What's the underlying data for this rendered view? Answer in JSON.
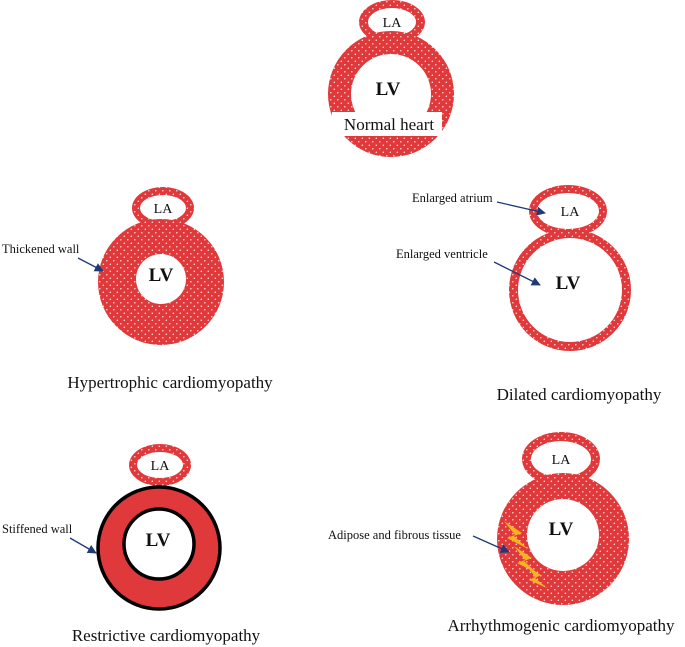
{
  "colors": {
    "muscle": "#e0393b",
    "dot": "#ffffff",
    "arrow": "#1f3a78",
    "lightning": "#f7b21c",
    "restrictive_border": "#000000"
  },
  "panels": {
    "normal": {
      "caption": "Normal heart",
      "atrium_label": "LA",
      "ventricle_label": "LV"
    },
    "hypertrophic": {
      "caption": "Hypertrophic cardiomyopathy",
      "atrium_label": "LA",
      "ventricle_label": "LV",
      "annotation": "Thickened wall"
    },
    "dilated": {
      "caption": "Dilated cardiomyopathy",
      "atrium_label": "LA",
      "ventricle_label": "LV",
      "annotation_atrium": "Enlarged atrium",
      "annotation_ventricle": "Enlarged ventricle"
    },
    "restrictive": {
      "caption": "Restrictive cardiomyopathy",
      "atrium_label": "LA",
      "ventricle_label": "LV",
      "annotation": "Stiffened wall"
    },
    "arrhythmogenic": {
      "caption": "Arrhythmogenic cardiomyopathy",
      "atrium_label": "LA",
      "ventricle_label": "LV",
      "annotation": "Adipose and fibrous tissue"
    }
  }
}
